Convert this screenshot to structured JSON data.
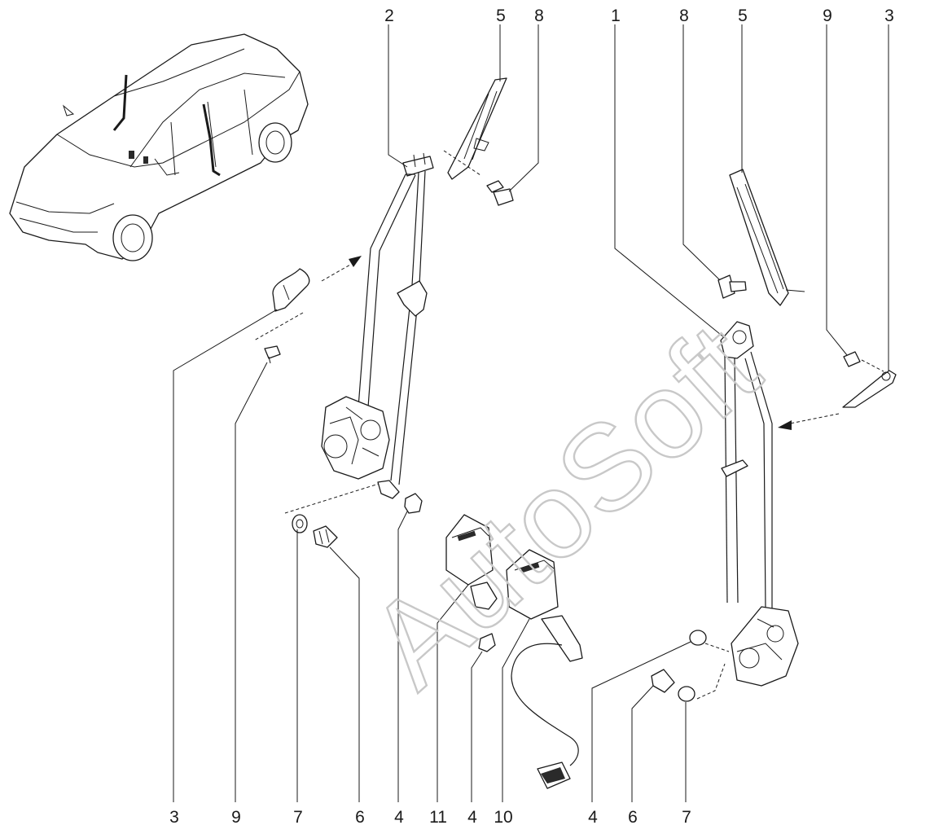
{
  "watermark": "AutoSoft",
  "callouts": {
    "top": [
      "2",
      "5",
      "8",
      "1",
      "8",
      "5",
      "9",
      "3"
    ],
    "bottom": [
      "3",
      "9",
      "7",
      "6",
      "4",
      "11",
      "4",
      "10",
      "4",
      "6",
      "7"
    ]
  }
}
